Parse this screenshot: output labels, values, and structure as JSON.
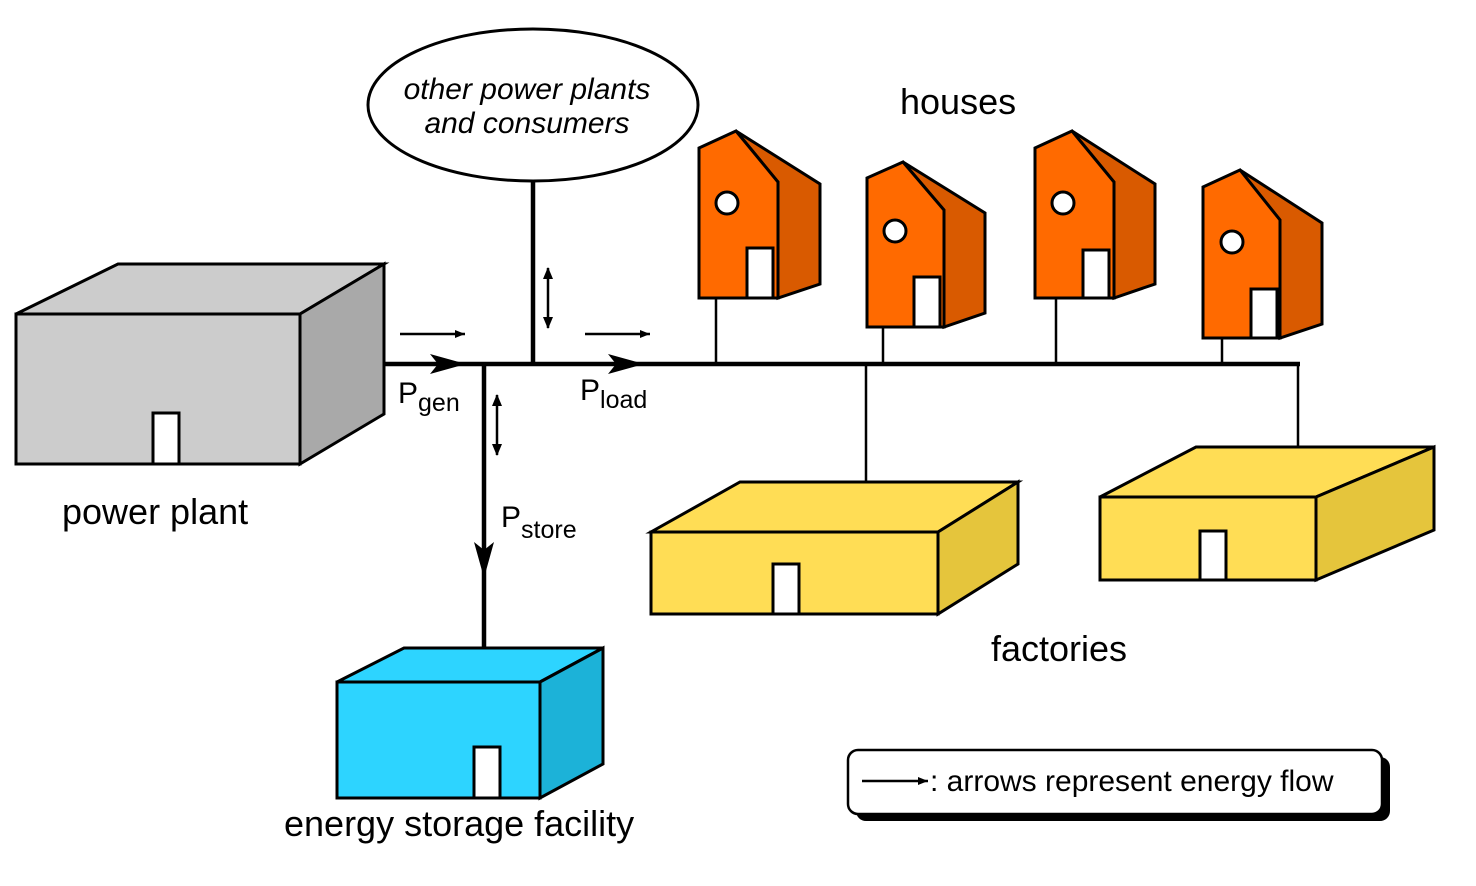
{
  "labels": {
    "power_plant": "power plant",
    "storage": "energy storage facility",
    "houses": "houses",
    "factories": "factories",
    "others_line1": "other power plants",
    "others_line2": "and consumers"
  },
  "flows": {
    "gen": {
      "symbol": "P",
      "subscript": "gen"
    },
    "load": {
      "symbol": "P",
      "subscript": "load"
    },
    "store": {
      "symbol": "P",
      "subscript": "store"
    }
  },
  "legend": {
    "text": ": arrows represent energy flow"
  },
  "colors": {
    "power_plant": "#cccccc",
    "power_plant_side": "#a9a9a9",
    "storage": "#2dd4ff",
    "storage_side": "#1cb2d8",
    "house": "#ff6a00",
    "house_side": "#d95a00",
    "factory": "#ffdd55",
    "factory_side": "#e5c53c",
    "line": "#000000",
    "door": "#ffffff"
  }
}
